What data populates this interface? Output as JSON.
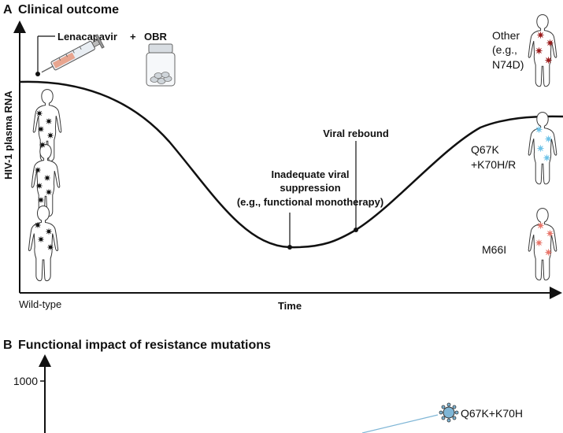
{
  "panel_a": {
    "letter": "A",
    "title": "Clinical outcome",
    "y_axis_label": "HIV-1 plasma RNA",
    "x_axis_label": "Time",
    "x_origin_label": "Wild-type",
    "drug_label": "Lenacapavir",
    "plus_sign": "+",
    "obr_label": "OBR",
    "nadir_annotation": [
      "Inadequate viral",
      "suppression",
      "(e.g., functional monotherapy)"
    ],
    "rebound_annotation": "Viral rebound",
    "variants": [
      {
        "lines": [
          "Other",
          "(e.g.,",
          "N74D)"
        ],
        "color": "#9b1b1b"
      },
      {
        "lines": [
          "Q67K",
          "+K70H/R"
        ],
        "color": "#6fc3e8"
      },
      {
        "lines": [
          "M66I"
        ],
        "color": "#e8756a"
      }
    ],
    "wildtype_color": "#111111"
  },
  "panel_b": {
    "letter": "B",
    "title": "Functional impact of resistance mutations",
    "y_tick": "1000",
    "point_label": "Q67K+K70H",
    "point_color": "#7fb6d6"
  }
}
